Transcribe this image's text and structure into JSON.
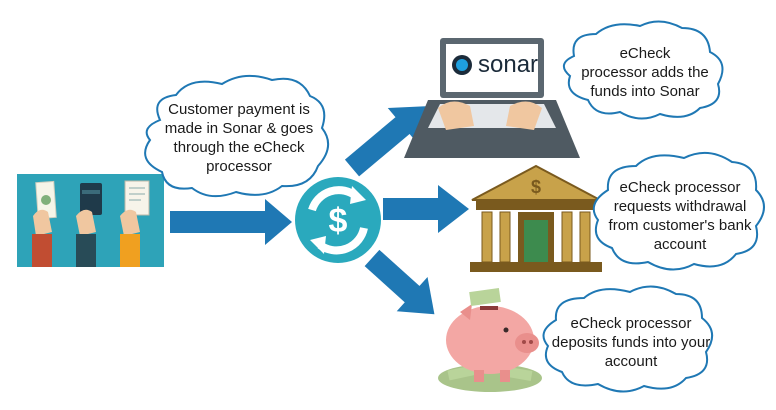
{
  "laptop": {
    "brand_text": "sonar"
  },
  "clouds": {
    "customer_payment": {
      "lines": [
        "Customer payment is",
        "made in Sonar & goes",
        "through the eCheck",
        "processor"
      ]
    },
    "sonar_funds": {
      "lines": [
        "eCheck",
        "processor adds the",
        "funds into Sonar"
      ]
    },
    "bank_withdrawal": {
      "lines": [
        "eCheck processor",
        "requests withdrawal",
        "from customer's bank",
        "account"
      ]
    },
    "deposit": {
      "lines": [
        "eCheck processor",
        "deposits funds into your",
        "account"
      ]
    }
  },
  "icons": {
    "cycle": "dollar-cycle-icon",
    "bank_symbol": "$",
    "laptop": "laptop-icon",
    "piggy": "piggy-bank-icon",
    "hands": "payment-hands-icon"
  },
  "colors": {
    "arrow_blue": "#1f78b4",
    "cycle_teal": "#2aa9bd",
    "bank_brown": "#7a5a1e",
    "bank_gold": "#c8a24a",
    "piggy_pink": "#f3a7a4",
    "hands_bg": "#2ea3b8",
    "cloud_stroke": "#1f78b4"
  }
}
